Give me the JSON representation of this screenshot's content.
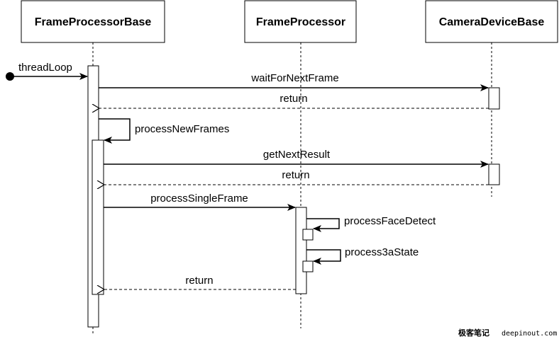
{
  "participants": [
    "FrameProcessorBase",
    "FrameProcessor",
    "CameraDeviceBase"
  ],
  "messages": {
    "thread_loop": "threadLoop",
    "wait_for_next_frame": "waitForNextFrame",
    "return_1": "return",
    "process_new_frames": "processNewFrames",
    "get_next_result": "getNextResult",
    "return_2": "return",
    "process_single_frame": "processSingleFrame",
    "process_face_detect": "processFaceDetect",
    "process_3a_state": "process3aState",
    "return_3": "return"
  },
  "watermark": {
    "logo_text": "极客笔记",
    "site": "deepinout.com"
  }
}
